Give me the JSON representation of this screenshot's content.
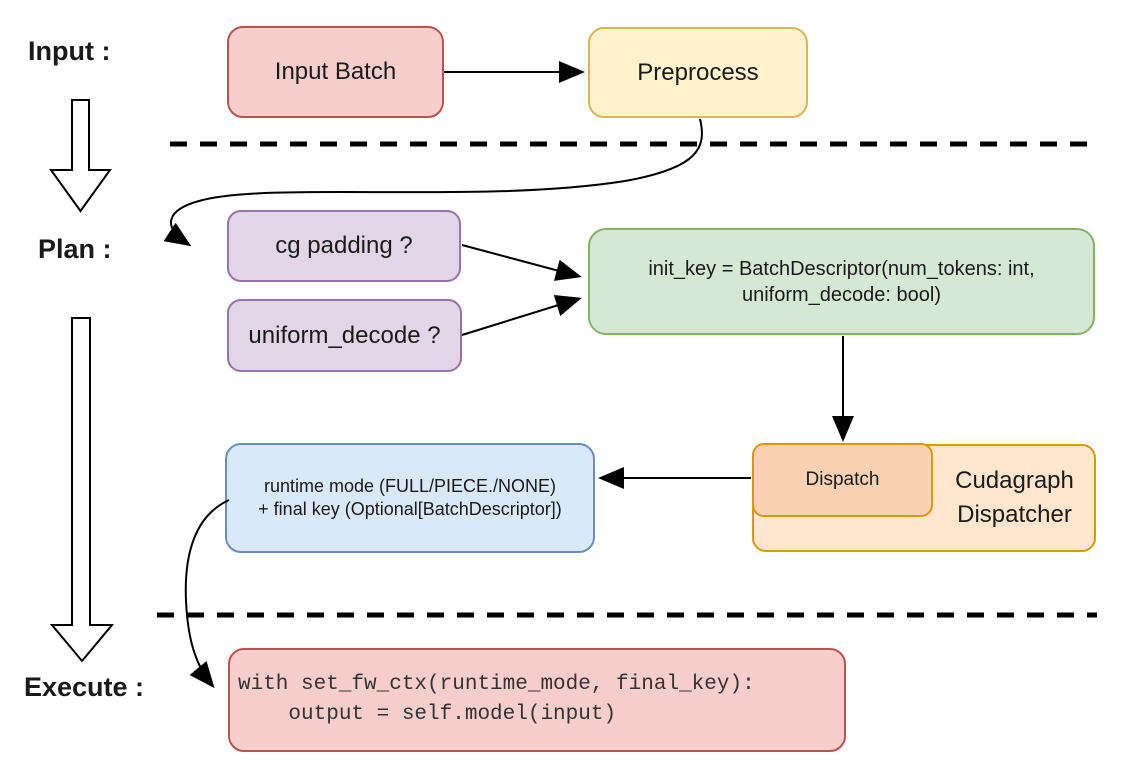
{
  "stage_labels": {
    "input": "Input :",
    "plan": "Plan :",
    "execute": "Execute :"
  },
  "nodes": {
    "input_batch": {
      "label": "Input Batch"
    },
    "preprocess": {
      "label": "Preprocess"
    },
    "cg_padding": {
      "label": "cg padding ?"
    },
    "uniform_decode": {
      "label": "uniform_decode ?"
    },
    "init_key": {
      "line1": "init_key = BatchDescriptor(num_tokens: int,",
      "line2": "uniform_decode: bool)"
    },
    "dispatch": {
      "label": "Dispatch"
    },
    "cudagraph_dispatcher": {
      "line1": "Cudagraph",
      "line2": "Dispatcher"
    },
    "runtime_result": {
      "line1": "runtime mode (FULL/PIECE./NONE)",
      "line2": "+ final key (Optional[BatchDescriptor])"
    },
    "execute_code": {
      "line1": "with set_fw_ctx(runtime_mode, final_key):",
      "line2": "    output = self.model(input)"
    }
  },
  "palette": {
    "red_fill": "#f8cecc",
    "red_stroke": "#b85450",
    "yellow_fill": "#fff2cc",
    "yellow_stroke": "#d6b656",
    "purple_fill": "#e1d5e7",
    "purple_stroke": "#9673a6",
    "green_fill": "#d5e8d4",
    "green_stroke": "#82b366",
    "orange_fill": "#ffe6cc",
    "orange_inner_fill": "#f9d2b4",
    "orange_stroke": "#d79b00",
    "blue_fill": "#dae8fc",
    "blue_stroke": "#6c8ebf",
    "line_color": "#000000"
  }
}
